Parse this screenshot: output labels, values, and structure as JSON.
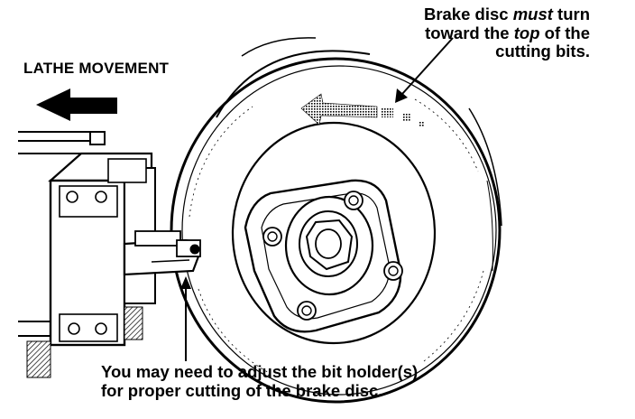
{
  "lathe_label": "LATHE MOVEMENT",
  "note_top": {
    "line1_pre": "Brake disc ",
    "line1_em": "must",
    "line1_post": " turn",
    "line2_pre": "toward the ",
    "line2_em": "top",
    "line2_post": " of the",
    "line3": "cutting bits."
  },
  "note_bottom": {
    "line1": "You may need to adjust the bit holder(s)",
    "line2": "for proper cutting of the brake disc."
  },
  "colors": {
    "ink": "#000000",
    "paper": "#ffffff"
  }
}
